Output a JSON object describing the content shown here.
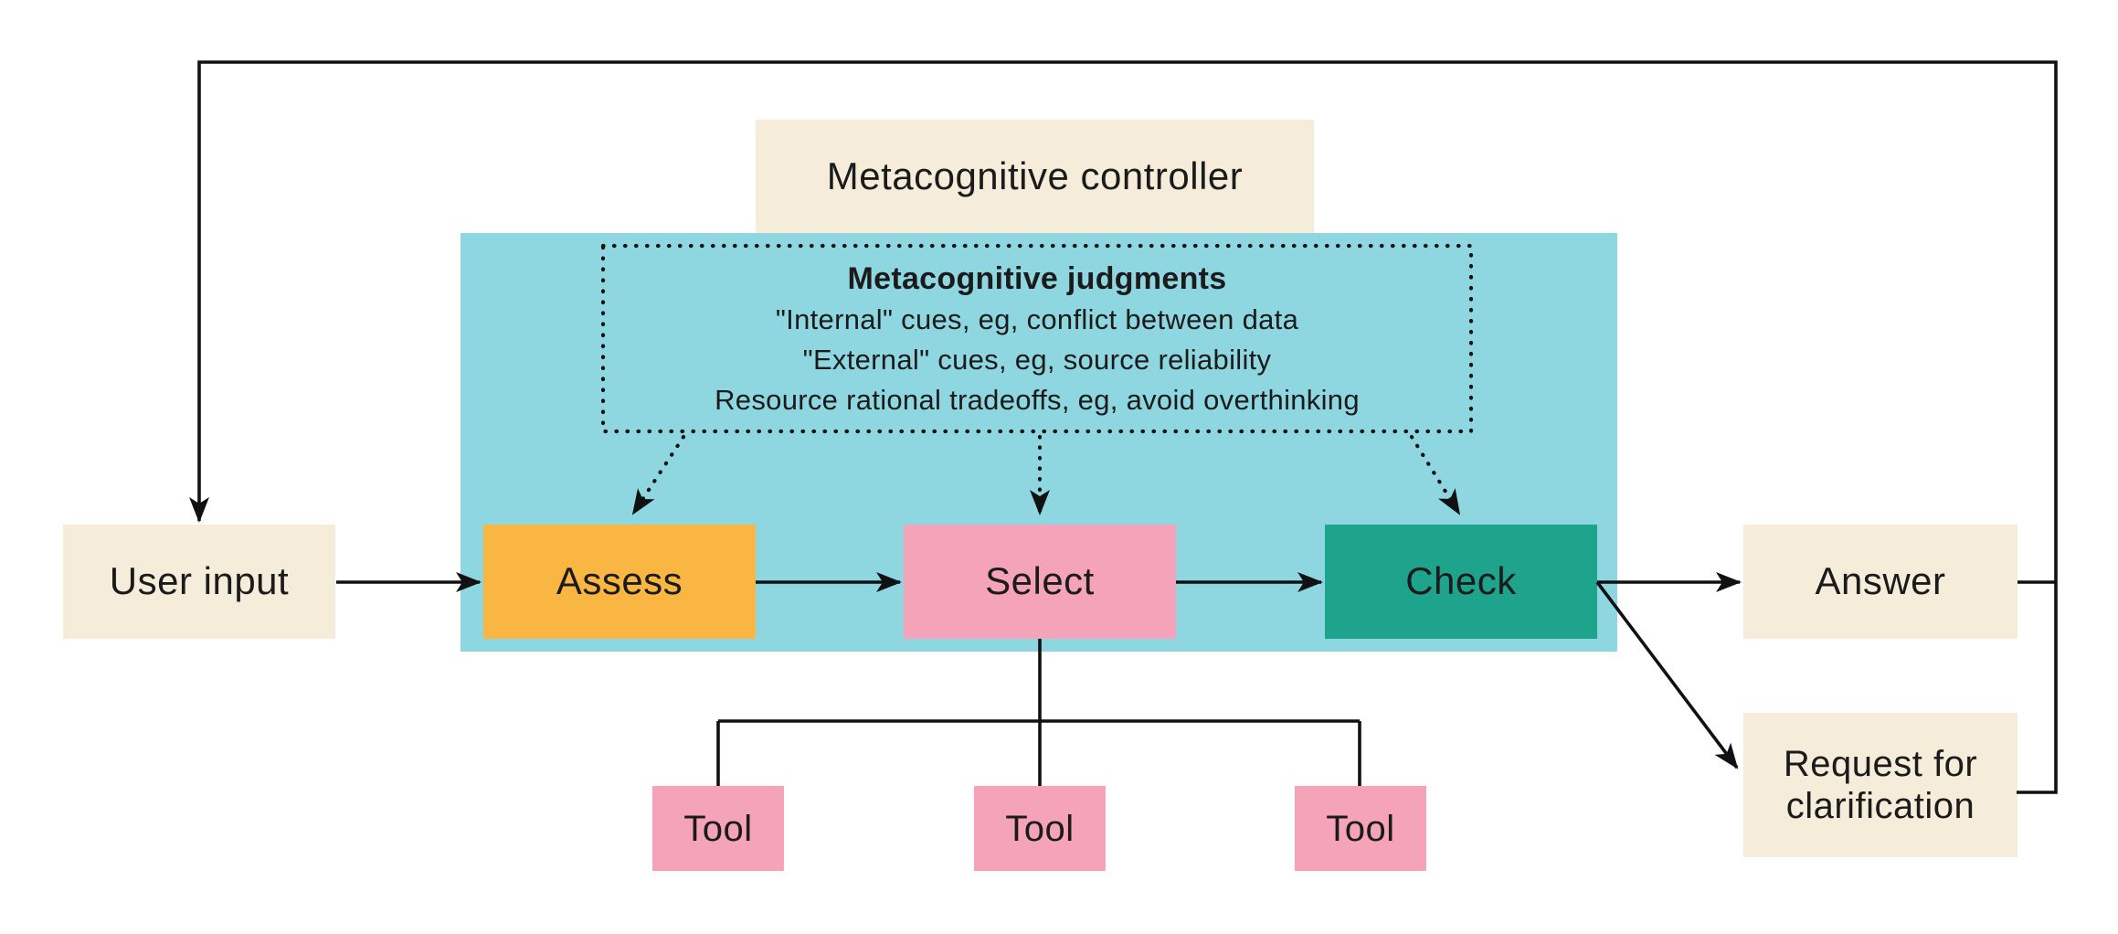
{
  "diagram": {
    "controller": {
      "label": "Metacognitive controller"
    },
    "judgments": {
      "title": "Metacognitive judgments",
      "lines": [
        "\"Internal\" cues, eg, conflict between data",
        "\"External\" cues, eg, source reliability",
        "Resource rational tradeoffs, eg, avoid overthinking"
      ]
    },
    "stages": {
      "assess": {
        "label": "Assess",
        "color": "#f9b643"
      },
      "select": {
        "label": "Select",
        "color": "#f4a3b8"
      },
      "check": {
        "label": "Check",
        "color": "#1ea48c"
      }
    },
    "nodes": {
      "user_input": {
        "label": "User input"
      },
      "answer": {
        "label": "Answer"
      },
      "request_clarification": {
        "label": "Request for clarification"
      }
    },
    "tools": [
      {
        "label": "Tool"
      },
      {
        "label": "Tool"
      },
      {
        "label": "Tool"
      }
    ],
    "colors": {
      "background": "#ffffff",
      "panel_cyan": "#8fd7e0",
      "box_beige": "#f5edda",
      "stage_orange": "#f9b643",
      "stage_pink": "#f4a3b8",
      "stage_green": "#1ea48c",
      "line_black": "#111111",
      "text": "#1b1b1b"
    }
  }
}
